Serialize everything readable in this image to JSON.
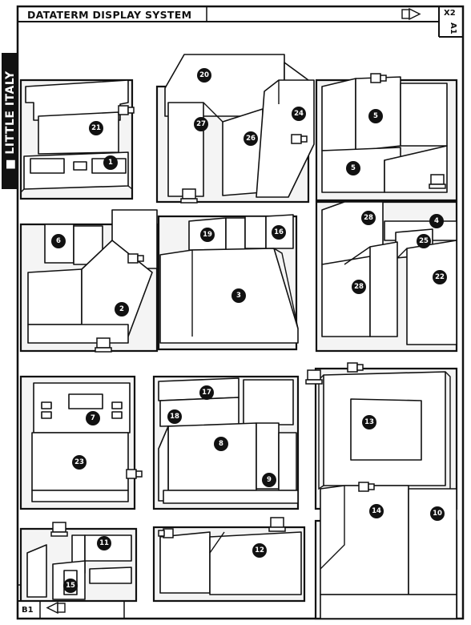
{
  "header": {
    "title": "DATATERM DISPLAY SYSTEM",
    "corner_top": "X2",
    "corner_right": "A1"
  },
  "side_tab": {
    "label": "LITTLE ITALY"
  },
  "footer": {
    "code": "B1"
  },
  "map": {
    "district": "LITTLE ITALY",
    "building_markers": [
      "1",
      "2",
      "3",
      "4",
      "5",
      "5",
      "6",
      "7",
      "8",
      "9",
      "10",
      "11",
      "12",
      "13",
      "14",
      "15",
      "16",
      "17",
      "18",
      "19",
      "20",
      "21",
      "22",
      "23",
      "24",
      "25",
      "26",
      "27",
      "28",
      "28"
    ]
  },
  "colors": {
    "ink": "#111111",
    "paper": "#ffffff",
    "block": "#f4f4f4"
  }
}
